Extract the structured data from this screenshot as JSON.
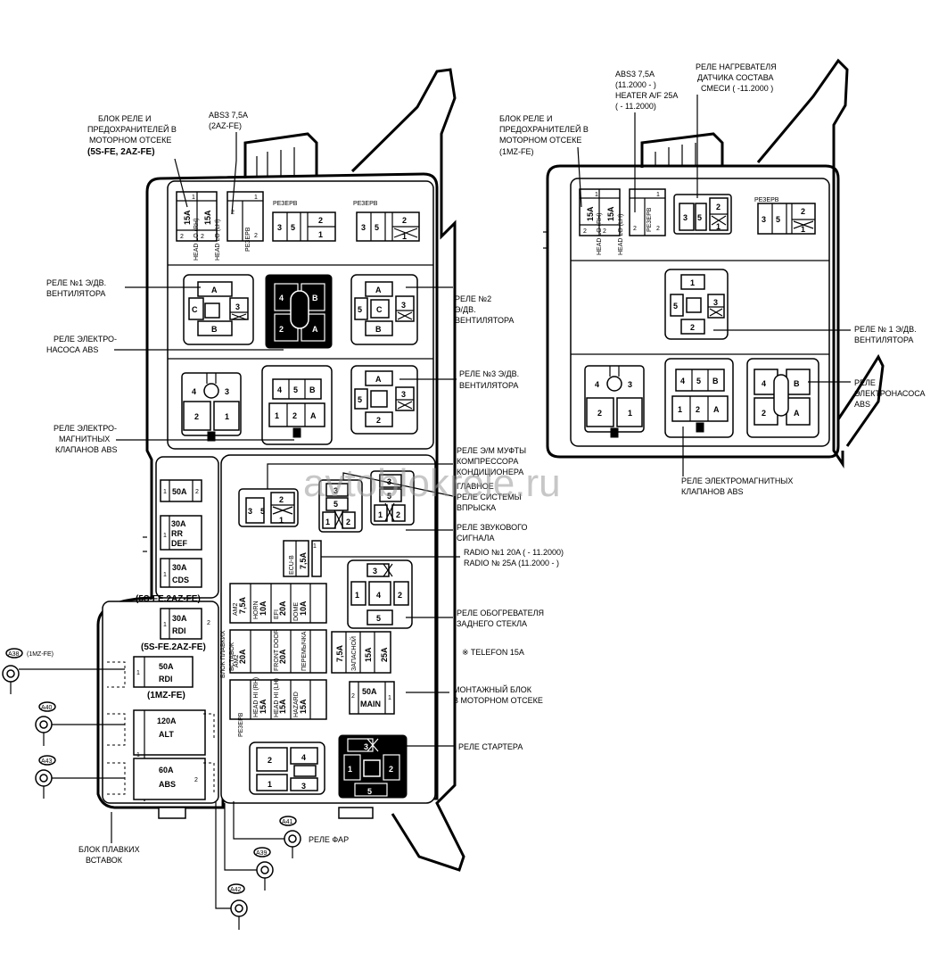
{
  "watermark": "avtoblokrele.ru",
  "left": {
    "block_label": [
      "БЛОК РЕЛЕ И",
      "ПРЕДОХРАНИТЕЛЕЙ В",
      "МОТОРНОМ ОТСЕКЕ",
      "(5S-FE, 2AZ-FE)"
    ],
    "abs3": [
      "ABS3 7,5A",
      "(2AZ-FE)"
    ],
    "reserve": "РЕЗЕРВ",
    "fuse_15a": "15A",
    "head_lo_rh": "HEAD LO (RH)",
    "head_lo_lh": "HEAD LO (LH)",
    "fan_relay_1": [
      "РЕЛЕ №1 Э/ДВ.",
      "ВЕНТИЛЯТОРА"
    ],
    "fan_relay_2": [
      "РЕЛЕ №2",
      "Э/ДВ.",
      "ВЕНТИЛЯТОРА"
    ],
    "fan_relay_3": [
      "РЕЛЕ №3 Э/ДВ.",
      "ВЕНТИЛЯТОРА"
    ],
    "abs_pump_relay": [
      "РЕЛЕ ЭЛЕКТРО-",
      "НАСОСА ABS"
    ],
    "abs_valve_relay": [
      "РЕЛЕ ЭЛЕКТРО-",
      "МАГНИТНЫХ",
      "КЛАПАНОВ ABS"
    ],
    "ac_relay": [
      "РЕЛЕ Э/М МУФТЫ",
      "КОМПРЕССОРА",
      "КОНДИЦИОНЕРА"
    ],
    "efi_relay": [
      "ГЛАВНОЕ",
      "РЕЛЕ СИСТЕМЫ",
      "ВПРЫСКА"
    ],
    "horn_relay": [
      "РЕЛЕ ЗВУКОВОГО",
      "СИГНАЛА"
    ],
    "radio": [
      "RADIO №1 20A ( - 11.2000)",
      "RADIO № 25A (11.2000 - )"
    ],
    "defog_relay": [
      "РЕЛЕ ОБОГРЕВАТЕЛЯ",
      "ЗАДНЕГО СТЕКЛА"
    ],
    "telefon": "※ TELEFON 15A",
    "mount_block": [
      "МОНТАЖНЫЙ БЛОК",
      "В МОТОРНОМ ОТСЕКЕ"
    ],
    "starter_relay": "РЕЛЕ СТАРТЕРА",
    "headlamp_relay": "РЕЛЕ ФАР",
    "fusible_block": [
      "БЛОК ПЛАВКИХ",
      "ВСТАВОК"
    ],
    "fusible_block_vert": [
      "БЛОК ПЛАВКИХ",
      "ВСТАВОК"
    ],
    "engine_5s": "(5S-FE.2AZ-FE)",
    "engine_5s_b": "(5S-FE.2AZ-FE)",
    "engine_1mz": "(1MZ-FE)",
    "engine_1mz_b": "(1MZ-FE)",
    "connectors": [
      "A38",
      "A40",
      "A43",
      "A41",
      "A39",
      "A42"
    ],
    "fuse_50a": "50A",
    "fuse_30a_rr_def": [
      "30A",
      "RR",
      "DEF"
    ],
    "fuse_30a_cds": [
      "30A",
      "CDS"
    ],
    "fuse_30a_rdi": [
      "30A",
      "RDI"
    ],
    "fuse_50a_rdi": [
      "50A",
      "RDI"
    ],
    "fuse_120a_alt": [
      "120A",
      "ALT"
    ],
    "fuse_60a_abs": [
      "60A",
      "ABS"
    ],
    "fuse_50a_main": [
      "50A",
      "MAIN"
    ],
    "small_fuses": {
      "am2_7_5a": "7,5A",
      "am2": "AM2",
      "horn_10a": "10A",
      "horn": "HORN",
      "efi_20a": "20A",
      "efi": "EFI",
      "dome_10a": "10A",
      "dome": "DOME",
      "ecu_b": "ECU-B",
      "ecu_7_5a": "7,5A",
      "am2_20a": "20A",
      "am2_b": "AM2",
      "front_door_20a": "20A",
      "front_door": "FRONT DOOR",
      "peremychka": "ПЕРЕМЫЧКА",
      "head_hi_rh_15a": "15A",
      "head_hi_rh": "HEAD HI (RH)",
      "head_hi_lh_15a": "15A",
      "head_hi_lh": "HEAD HI (LH)",
      "hazard_15a": "15A",
      "hazard": "HAZARD",
      "spare_7_5a": "7,5A",
      "spare_15a": "15A",
      "spare_25a": "25A",
      "spare": "ЗАПАСНОЙ",
      "reserve_vert": "РЕЗЕРВ"
    }
  },
  "right": {
    "block_label": [
      "БЛОК РЕЛЕ И",
      "ПРЕДОХРАНИТЕЛЕЙ В",
      "МОТОРНОМ ОТСЕКЕ",
      "(1MZ-FE)"
    ],
    "abs3": [
      "ABS3 7,5A",
      "(11.2000 - )",
      "HEATER A/F 25A",
      "( - 11.2000)"
    ],
    "af_heater_relay": [
      "РЕЛЕ НАГРЕВАТЕЛЯ",
      "ДАТЧИКА СОСТАВА",
      "СМЕСИ ( -11.2000 )"
    ],
    "reserve": "РЕЗЕРВ",
    "reserve_vert": "РЕЗЕРВ",
    "fuse_15a": "15A",
    "head_lo_rh": "HEAD LO (RH)",
    "head_lo_lh": "HEAD LO (LH)",
    "fan_relay_1": [
      "РЕЛЕ № 1 Э/ДВ.",
      "ВЕНТИЛЯТОРА"
    ],
    "abs_pump_relay": [
      "РЕЛЕ",
      "ЭЛЕКТРОНАСОСА",
      "ABS"
    ],
    "abs_valve_relay": [
      "РЕЛЕ ЭЛЕКТРОМАГНИТНЫХ",
      "КЛАПАНОВ ABS"
    ]
  },
  "pins": {
    "p1": "1",
    "p2": "2",
    "p3": "3",
    "p4": "4",
    "p5": "5",
    "pA": "A",
    "pB": "B",
    "pC": "C"
  }
}
